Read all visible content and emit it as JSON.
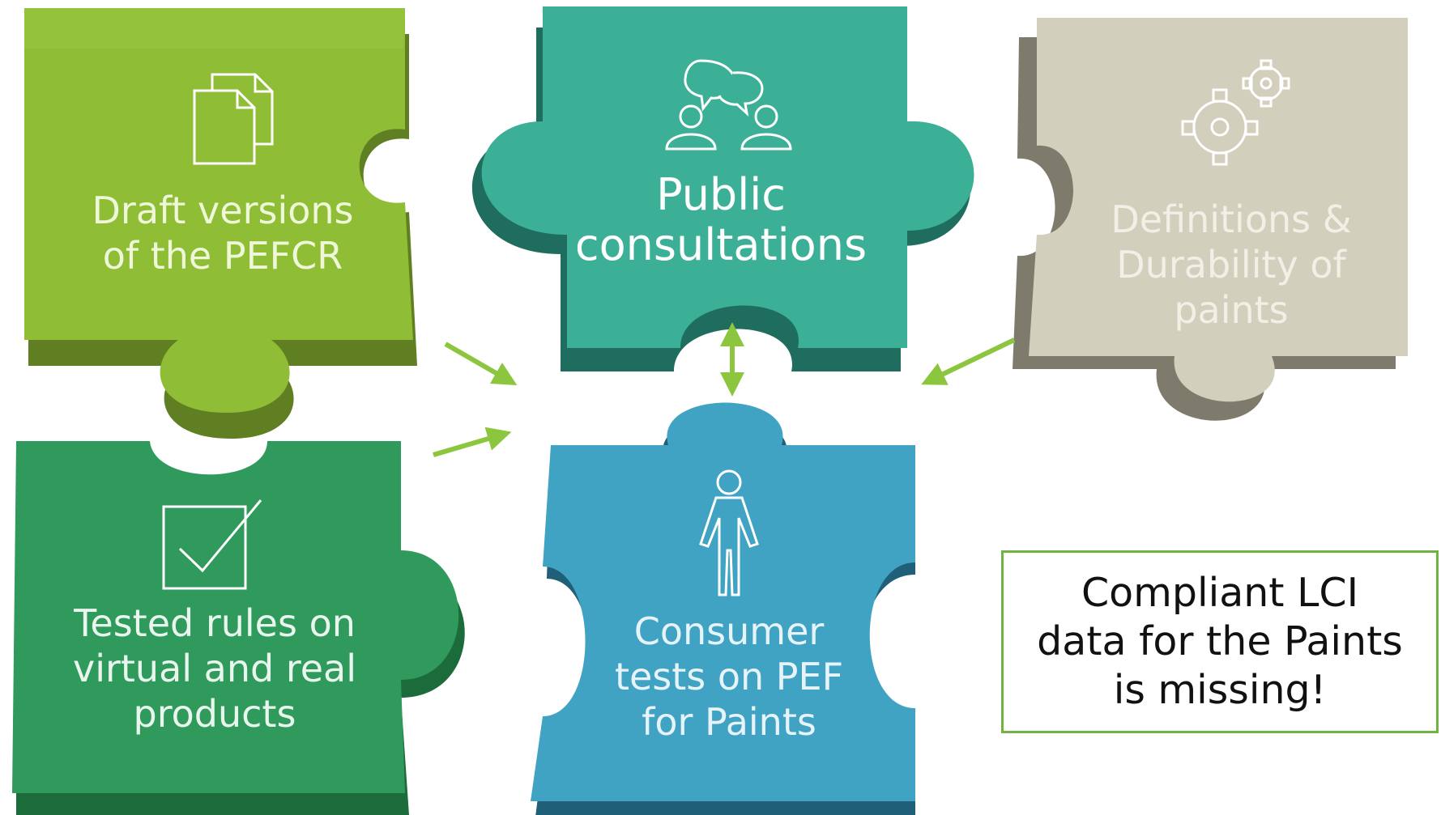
{
  "pieces": {
    "draft": {
      "label": "Draft versions\nof the PEFCR",
      "icon": "documents-icon",
      "color": "#8fbd35"
    },
    "public": {
      "label": "Public\nconsultations",
      "icon": "people-chat-icon",
      "color": "#3bb097"
    },
    "defs": {
      "label": "Definitions &\nDurability of\npaints",
      "icon": "gears-icon",
      "color": "#d3cfbd"
    },
    "tested": {
      "label": "Tested rules on\nvirtual and real\nproducts",
      "icon": "checkbox-icon",
      "color": "#2f9a5c"
    },
    "consumer": {
      "label": "Consumer\ntests on PEF\nfor Paints",
      "icon": "person-icon",
      "color": "#41a3c4"
    }
  },
  "note": {
    "text": "Compliant LCI\ndata for the Paints\nis missing!",
    "border_color": "#6fb341"
  },
  "arrow_color": "#8cc63f"
}
